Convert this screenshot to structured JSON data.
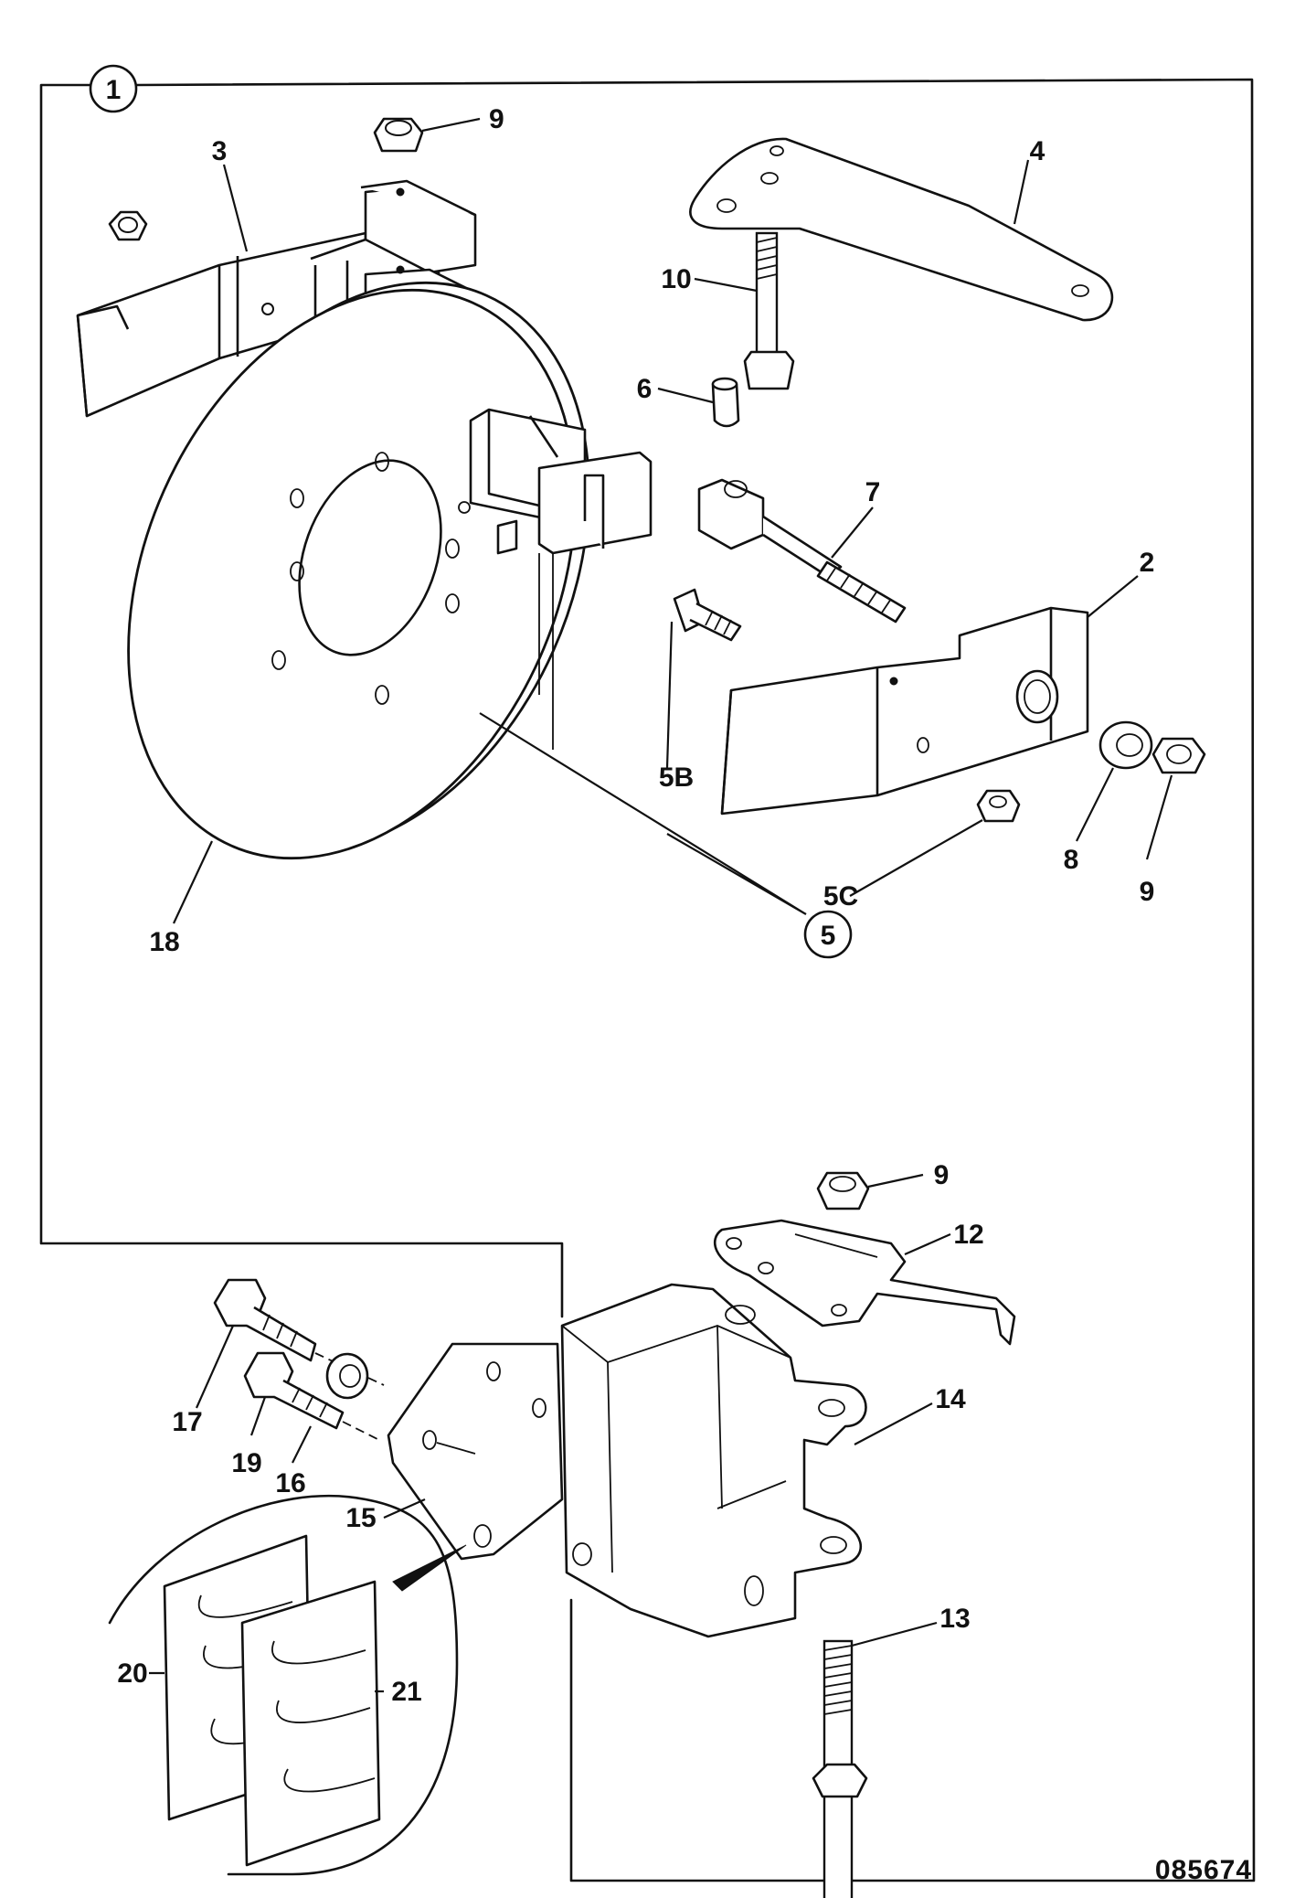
{
  "diagram": {
    "assembly_number": "1",
    "sub_assembly_number": "5",
    "document_number": "085674",
    "callouts": {
      "c2": "2",
      "c3": "3",
      "c4": "4",
      "c5b": "5B",
      "c5c": "5C",
      "c6": "6",
      "c7": "7",
      "c8": "8",
      "c9a": "9",
      "c9b": "9",
      "c9c": "9",
      "c10": "10",
      "c12": "12",
      "c13": "13",
      "c14": "14",
      "c15": "15",
      "c16": "16",
      "c17": "17",
      "c18": "18",
      "c19": "19",
      "c20": "20",
      "c21": "21"
    }
  }
}
